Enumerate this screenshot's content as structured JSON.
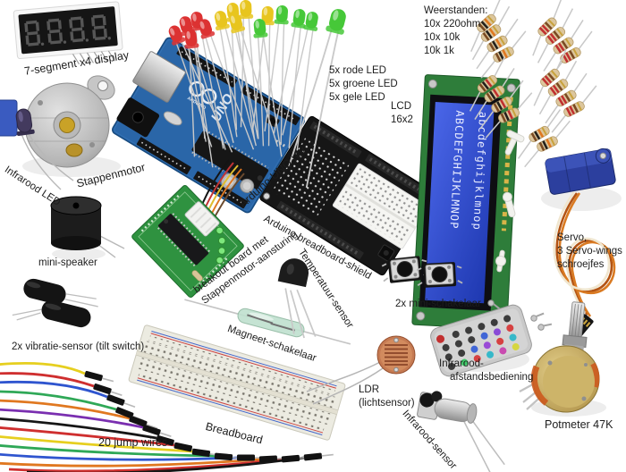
{
  "page": {
    "background": "#ffffff",
    "description": "Arduino starter kit parts collage with Dutch labels"
  },
  "labels": {
    "seven_segment": "7-segment x4 display",
    "stepper": "Stappenmotor",
    "ir_led": "Infrarood LED",
    "mini_speaker": "mini-speaker",
    "vibration": "2x vibratie-sensor (tilt switch)",
    "jump_wires": "20 jump wires",
    "arduino": "Arduino UNO rev. 3",
    "leds": [
      "5x rode LED",
      "5x groene LED",
      "5x gele LED"
    ],
    "lcd": [
      "LCD",
      "16x2"
    ],
    "resistors": [
      "Weerstanden:",
      "10x 220ohm",
      "10x 10k",
      "10k 1k"
    ],
    "breakout": [
      "breakout board met",
      "Stappenmotor-aansturing"
    ],
    "shield": "Arduino breadboard-shield",
    "temp_sensor": "Temperatuur-sensor",
    "reed": "Magneet-schakelaar",
    "breadboard": "Breadboard",
    "ldr": [
      "LDR",
      "(lichtsensor)"
    ],
    "mini_switch": "2x mini-schakelaar",
    "ir_remote": [
      "Infrarood-",
      "afstandsbediening"
    ],
    "ir_sensor": "Infrarood-sensor",
    "potmeter": "Potmeter 47K",
    "servo": [
      "Servo,",
      "3 Servo-wings",
      "schroejfes"
    ]
  },
  "lcd_screen": {
    "line1": "ABCDEFGHIJKLMNOP",
    "line2": "abcdefghijklmnop"
  },
  "seven_segment_display": {
    "value": "8.8.8.8"
  },
  "arduino_board": {
    "logo_text": "UNO",
    "brand_text": "ARDUINO"
  },
  "colors": {
    "arduino_blue": "#2a66a8",
    "pcb_green": "#2f9240",
    "lcd_pcb_green": "#2e7d3a",
    "lcd_screen_blue": "#2e4cd0",
    "servo_blue": "#2c3f9e",
    "led_red": "#dc3232",
    "led_yellow": "#e8c51e",
    "led_green": "#46c838",
    "resistor_body": "#dcc69c",
    "breadboard_beige": "#ecebe1",
    "label_text": "#1d1d1d"
  },
  "remote_button_rows": [
    [
      "#3c3c3c",
      "#3c3c3c",
      "#3c3c3c",
      "#3c3c3c",
      "#3c3c3c",
      "#3c3c3c"
    ],
    [
      "#3c3c3c",
      "#3c3c3c",
      "#3c3c3c",
      "#4166d6",
      "#8a4bd6",
      "#d64141"
    ],
    [
      "#3c3c3c",
      "#3c3c3c",
      "#4166d6",
      "#9a4bd6",
      "#d64141",
      "#36b8c9"
    ],
    [
      "#3c3c3c",
      "#41c96a",
      "#d64141",
      "#36b8c9",
      "#c94bb0",
      "#d6d641"
    ]
  ]
}
